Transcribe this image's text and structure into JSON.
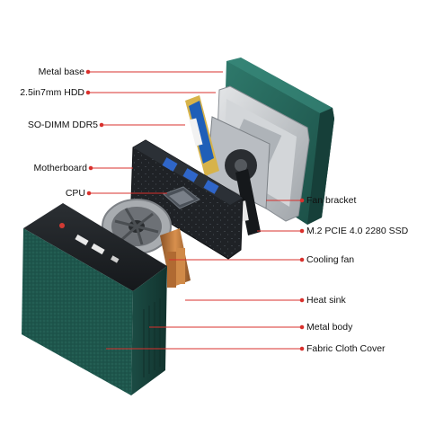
{
  "diagram": {
    "left_labels": [
      {
        "id": "metal-base",
        "text": "Metal base"
      },
      {
        "id": "hdd",
        "text": "2.5in7mm HDD"
      },
      {
        "id": "ram",
        "text": "SO-DIMM DDR5"
      },
      {
        "id": "motherboard",
        "text": "Motherboard"
      },
      {
        "id": "cpu",
        "text": "CPU"
      }
    ],
    "right_labels": [
      {
        "id": "fan-bracket",
        "text": "Fan bracket"
      },
      {
        "id": "ssd",
        "text": "M.2 PCIE 4.0 2280 SSD"
      },
      {
        "id": "cooling-fan",
        "text": "Cooling fan"
      },
      {
        "id": "heat-sink",
        "text": "Heat sink"
      },
      {
        "id": "metal-body",
        "text": "Metal body"
      },
      {
        "id": "fabric-cover",
        "text": "Fabric Cloth Cover"
      }
    ],
    "colors": {
      "leader_line": "#d9302c",
      "body_green": "#1f5a50",
      "body_green_dark": "#143f38",
      "base_green": "#22645a",
      "pcb": "#1c1e22",
      "metal": "#bfc3c8",
      "ram_blue": "#1f5fb8",
      "copper": "#c47a3c"
    }
  }
}
